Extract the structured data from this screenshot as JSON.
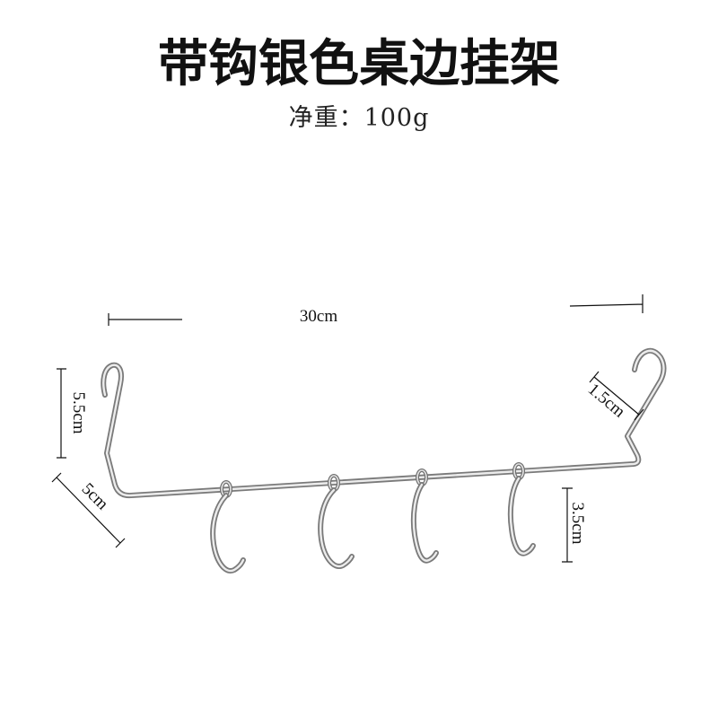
{
  "title": "带钩银色桌边挂架",
  "subtitle": "净重：100g",
  "dimensions": {
    "width": "30cm",
    "clamp_height": "5.5cm",
    "clamp_depth": "5cm",
    "hook_top": "1.5cm",
    "hook_length": "3.5cm"
  },
  "product": {
    "hook_count": 4,
    "material_color": "silver"
  },
  "colors": {
    "background": "#ffffff",
    "text": "#111111",
    "metal_edge": "#7a7a7a",
    "metal_highlight": "#ececec"
  }
}
